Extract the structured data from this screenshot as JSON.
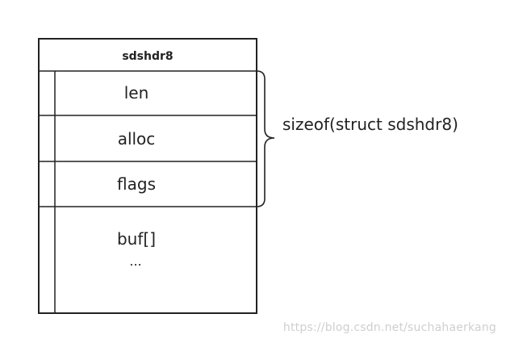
{
  "struct": {
    "title": "sdshdr8",
    "fields": [
      {
        "label": "len"
      },
      {
        "label": "alloc"
      },
      {
        "label": "flags"
      },
      {
        "label": "buf[]"
      }
    ],
    "ellipsis": "..."
  },
  "brace": {
    "label": "sizeof(struct sdshdr8)"
  },
  "watermark": "https://blog.csdn.net/suchahaerkang",
  "colors": {
    "stroke": "#222222",
    "text": "#222222",
    "watermark": "#cfcfcf"
  }
}
